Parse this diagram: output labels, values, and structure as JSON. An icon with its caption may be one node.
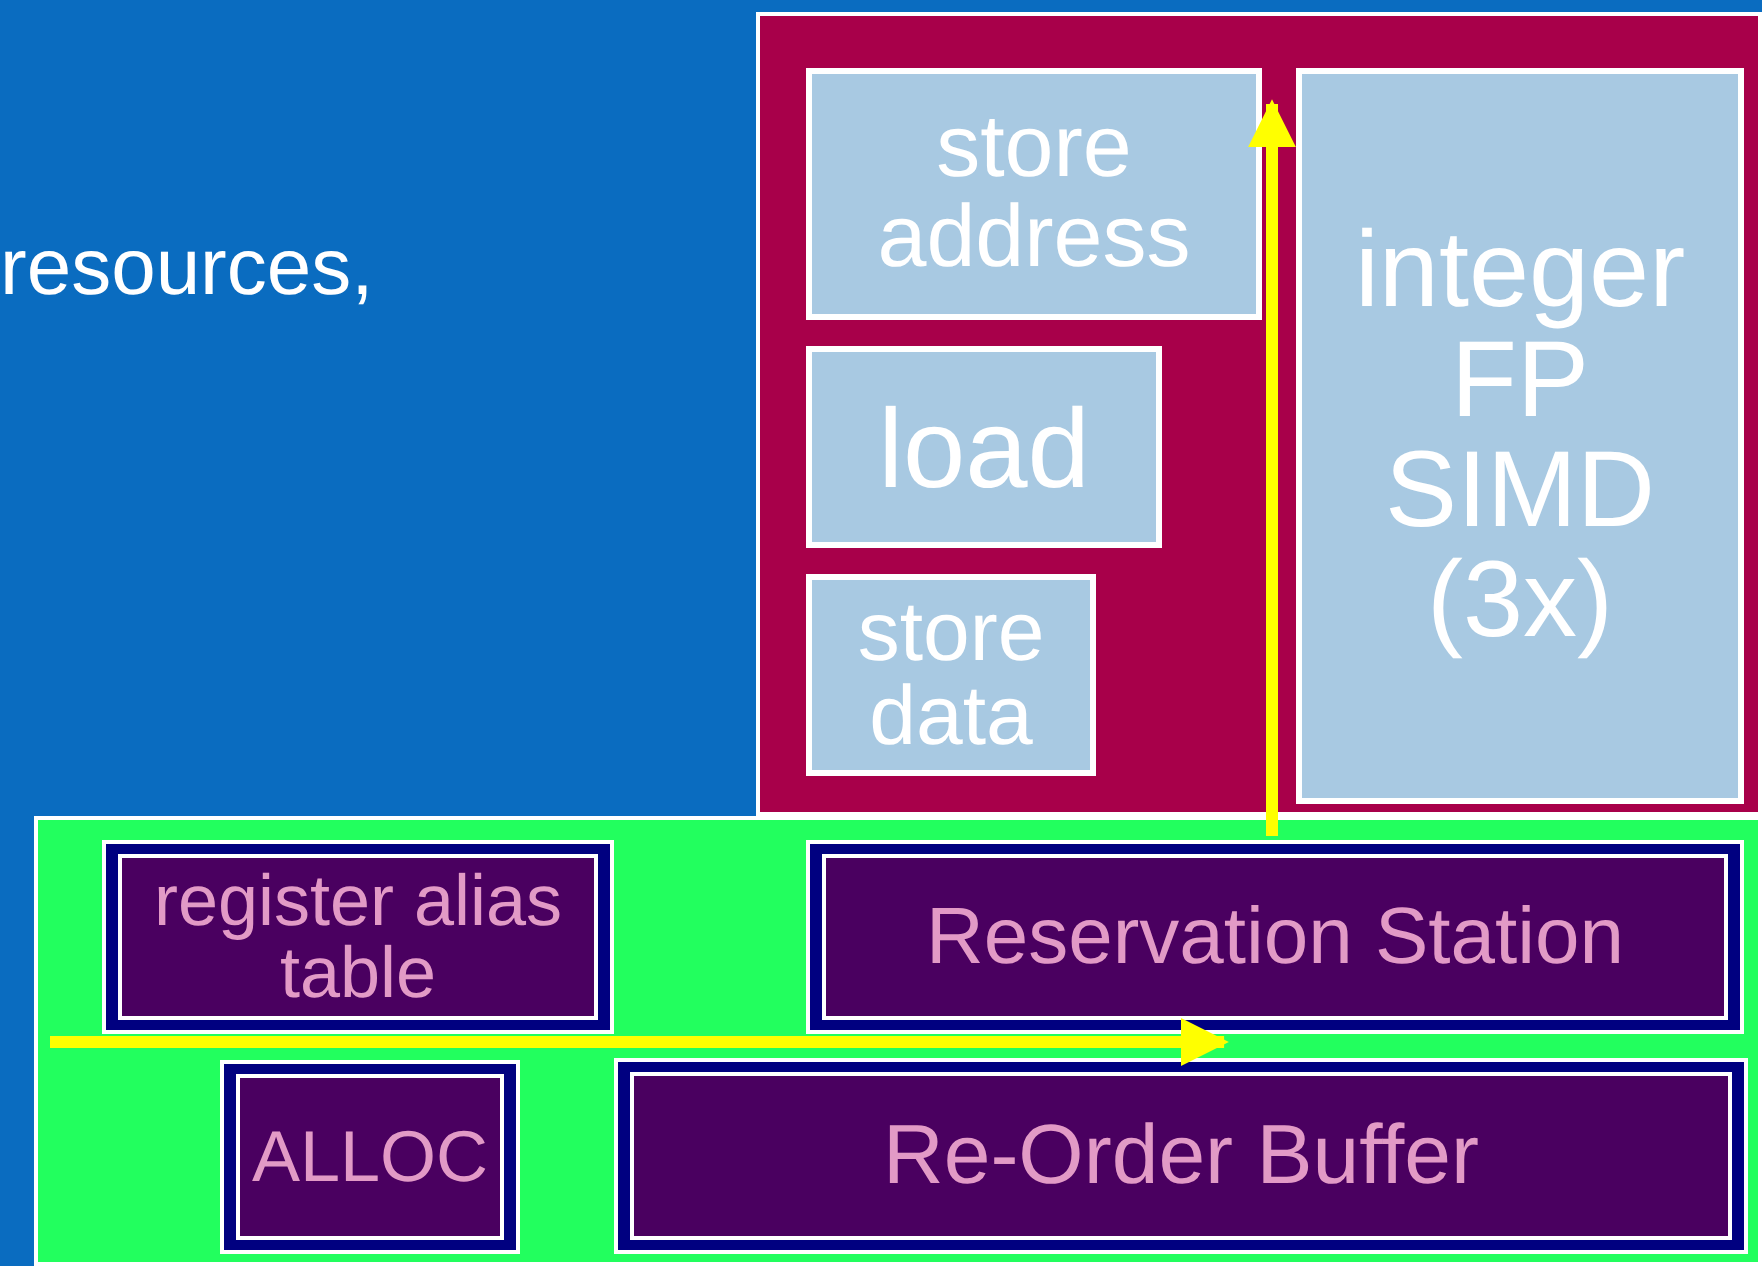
{
  "diagram": {
    "nodes": [
      {
        "text": [],
        "shape": "box"
      },
      {
        "text": [
          "store address"
        ],
        "in": 0
      },
      {
        "text": [
          "load"
        ],
        "in": 0
      },
      {
        "text": [
          "store data"
        ],
        "in": 0
      },
      {
        "text": [
          "integer FP SIMD (3x)"
        ],
        "in": 0
      },
      {
        "text": [],
        "shape": "box"
      },
      {
        "text": [
          "register alias table"
        ],
        "in": 5
      },
      {
        "text": [
          "Reservation Station"
        ],
        "in": 5
      },
      {
        "text": [
          "ALLOC"
        ],
        "in": 5
      },
      {
        "text": [
          "Re-Order Buffer"
        ],
        "in": 5
      }
    ],
    "edges": [
      {
        "from": null,
        "to": 7,
        "arrow": "to"
      },
      {
        "from": 7,
        "to": 1,
        "arrow": "to"
      }
    ],
    "labels": [
      "resources,"
    ]
  }
}
